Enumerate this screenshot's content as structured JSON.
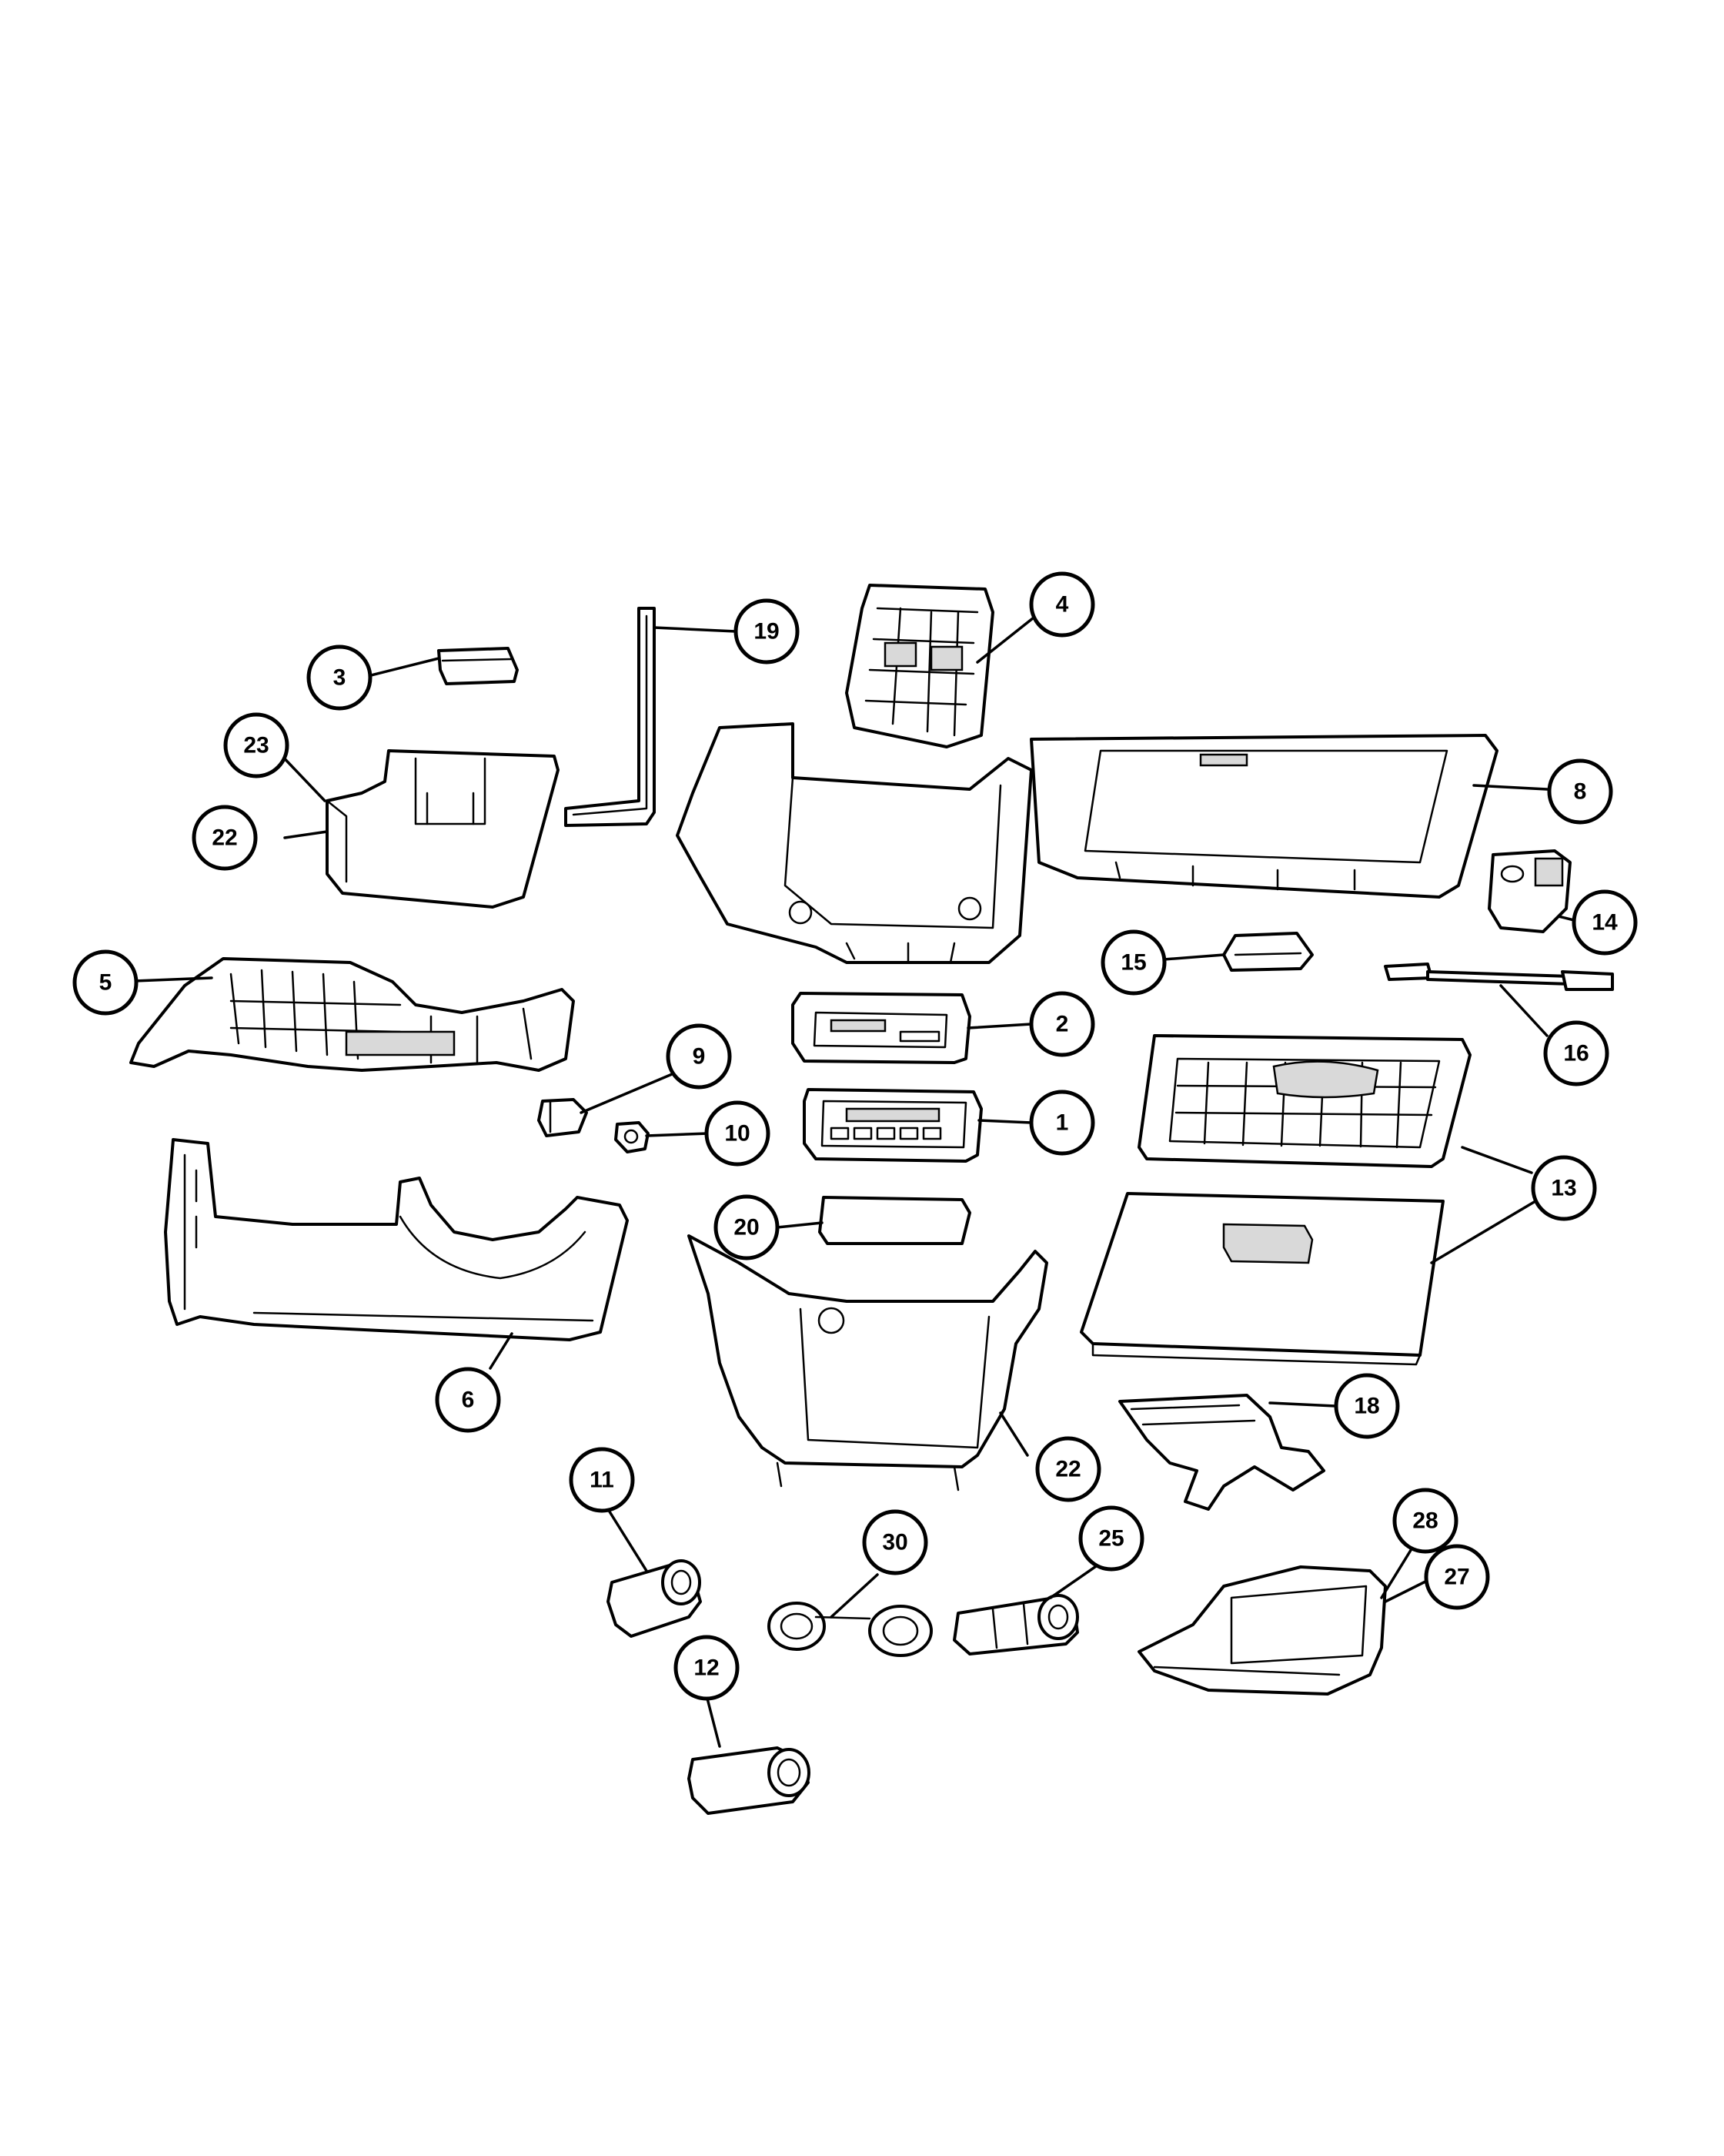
{
  "callouts": [
    {
      "label": "1"
    },
    {
      "label": "2"
    },
    {
      "label": "3"
    },
    {
      "label": "4"
    },
    {
      "label": "5"
    },
    {
      "label": "6"
    },
    {
      "label": "8"
    },
    {
      "label": "9"
    },
    {
      "label": "10"
    },
    {
      "label": "11"
    },
    {
      "label": "12"
    },
    {
      "label": "13"
    },
    {
      "label": "14"
    },
    {
      "label": "15"
    },
    {
      "label": "16"
    },
    {
      "label": "18"
    },
    {
      "label": "19"
    },
    {
      "label": "20"
    },
    {
      "label": "22"
    },
    {
      "label": "22"
    },
    {
      "label": "23"
    },
    {
      "label": "25"
    },
    {
      "label": "27"
    },
    {
      "label": "28"
    },
    {
      "label": "30"
    }
  ]
}
